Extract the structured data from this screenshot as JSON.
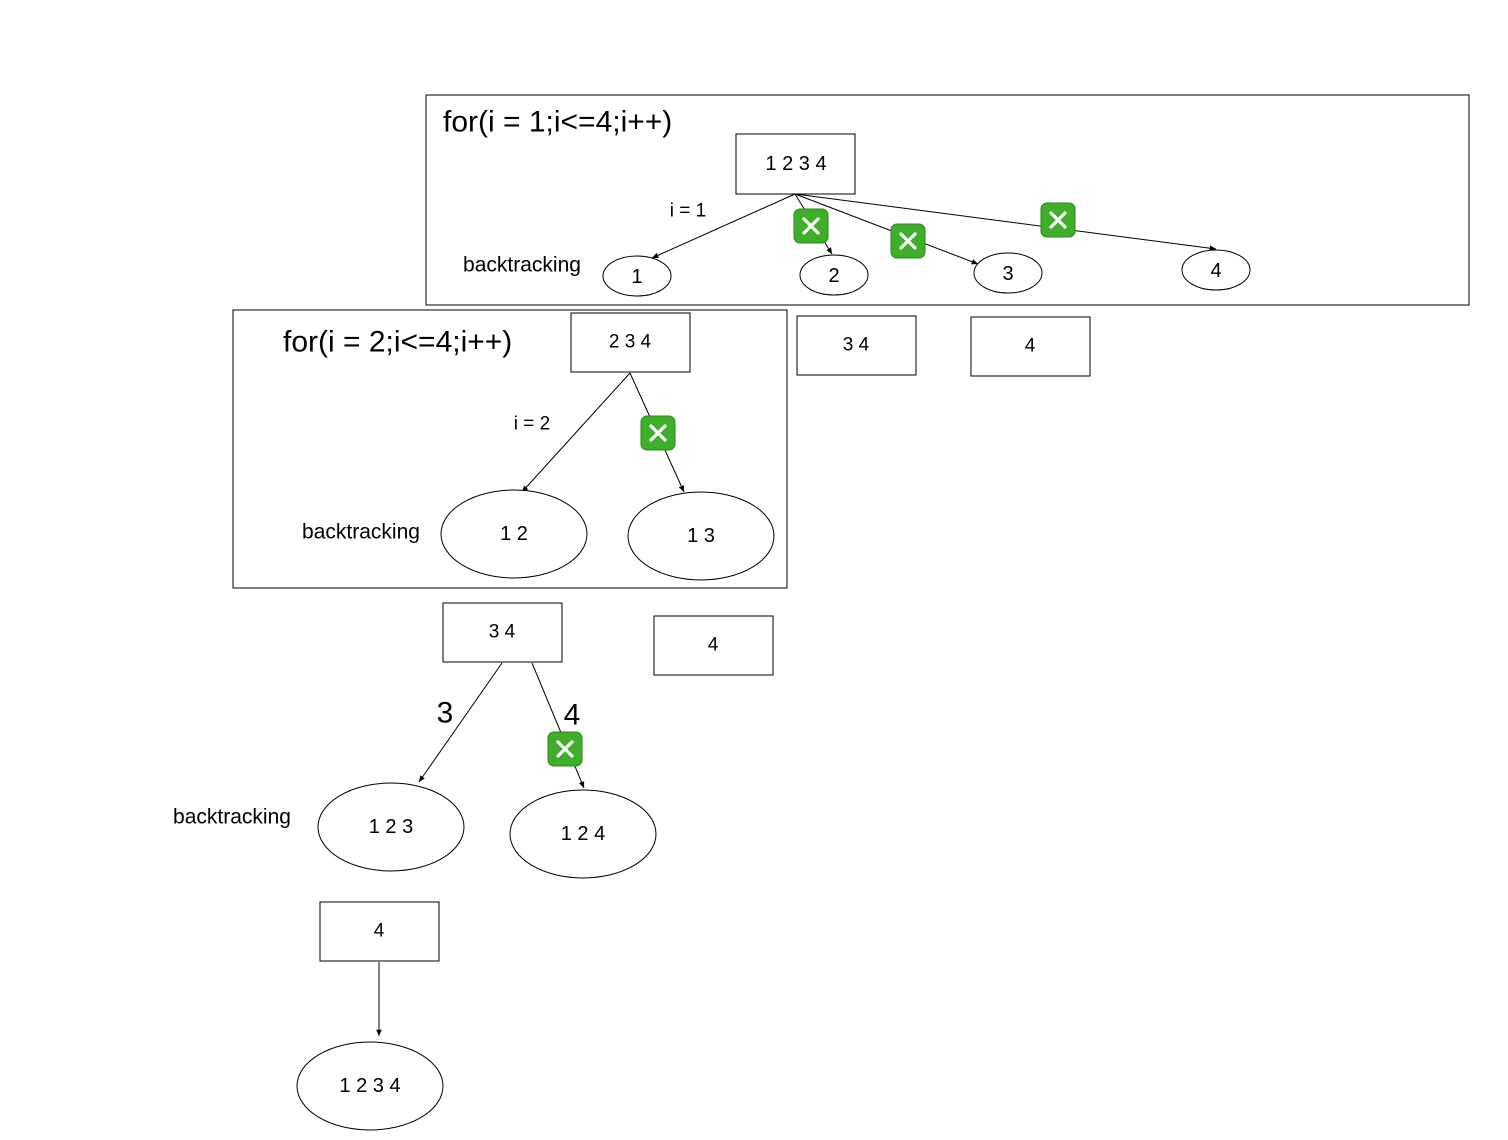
{
  "colors": {
    "stroke": "#000000",
    "text": "#000000",
    "backtracking": "#e0321e",
    "cross_mark": "#3fae2a",
    "cross_mark_glyph": "#ffffff"
  },
  "icons": {
    "pruned_branch": "cross-mark-icon"
  },
  "frames": {
    "outer_loop": {
      "label": "for(i = 1;i<=4;i++)"
    },
    "inner_loop": {
      "label": "for(i = 2;i<=4;i++)"
    }
  },
  "nodes": {
    "root_candidates": "1 2  3 4",
    "level1_pick_1": "1",
    "level1_pick_2": "2",
    "level1_pick_3": "3",
    "level1_pick_4": "4",
    "level1_rest_3_4": "3 4",
    "level1_rest_4": "4",
    "level2_candidates": "2 3 4",
    "level2_pick_1_2": "1 2",
    "level2_pick_1_3": "1 3",
    "level2_rest_3_4": "3 4",
    "level2_rest_4": "4",
    "level3_pick_1_2_3": "1 2 3",
    "level3_pick_1_2_4": "1 2 4",
    "level3_rest_4": "4",
    "level4_pick_1_2_3_4": "1 2 3 4"
  },
  "edge_labels": {
    "i_eq_1": "i = 1",
    "i_eq_2": "i = 2",
    "three": "3",
    "four": "4"
  },
  "annotations": {
    "backtracking_1": "backtracking",
    "backtracking_2": "backtracking",
    "backtracking_3": "backtracking"
  }
}
